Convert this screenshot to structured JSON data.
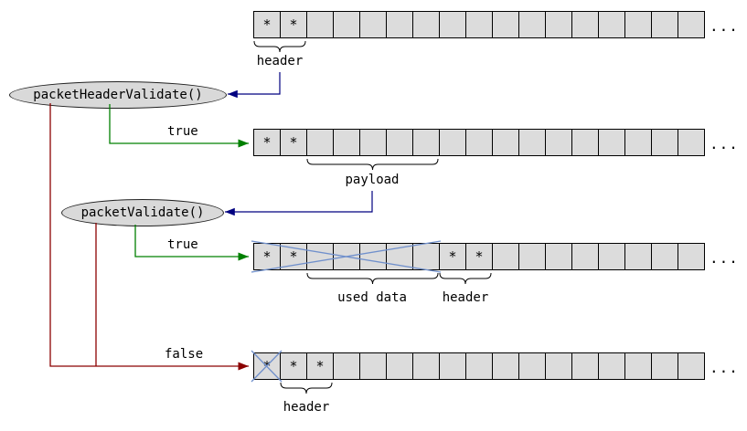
{
  "diagram": {
    "marker_char": "*",
    "colors": {
      "cell_fill": "#dcdcdc",
      "node_fill": "#d9d9d9",
      "true_arrow": "#008000",
      "false_arrow": "#8b0000",
      "callback_arrow": "#000080",
      "cross": "#7090cc"
    },
    "nodes": [
      {
        "label": "packetHeaderValidate()"
      },
      {
        "label": "packetValidate()"
      }
    ],
    "edge_labels": {
      "true_header": "true",
      "true_packet": "true",
      "false": "false"
    },
    "buffers": [
      {
        "name": "incoming-packet-buffer",
        "cells": 17,
        "asterisks": [
          0,
          1
        ],
        "ellipsis": "...",
        "braces": [
          {
            "from": 0,
            "to": 1,
            "label": "header"
          }
        ],
        "crossed": []
      },
      {
        "name": "header-validated-buffer",
        "cells": 17,
        "asterisks": [
          0,
          1
        ],
        "ellipsis": "...",
        "braces": [
          {
            "from": 2,
            "to": 6,
            "label": "payload"
          }
        ],
        "crossed": []
      },
      {
        "name": "packet-consumed-buffer",
        "cells": 17,
        "asterisks": [
          0,
          1,
          7,
          8
        ],
        "ellipsis": "...",
        "braces": [
          {
            "from": 2,
            "to": 6,
            "label": "used data"
          },
          {
            "from": 7,
            "to": 8,
            "label": "header"
          }
        ],
        "crossed": [
          [
            0,
            6
          ]
        ]
      },
      {
        "name": "resync-buffer",
        "cells": 17,
        "asterisks": [
          0,
          1,
          2
        ],
        "ellipsis": "...",
        "braces": [
          {
            "from": 1,
            "to": 2,
            "label": "header"
          }
        ],
        "crossed": [
          [
            0,
            0
          ]
        ]
      }
    ]
  }
}
